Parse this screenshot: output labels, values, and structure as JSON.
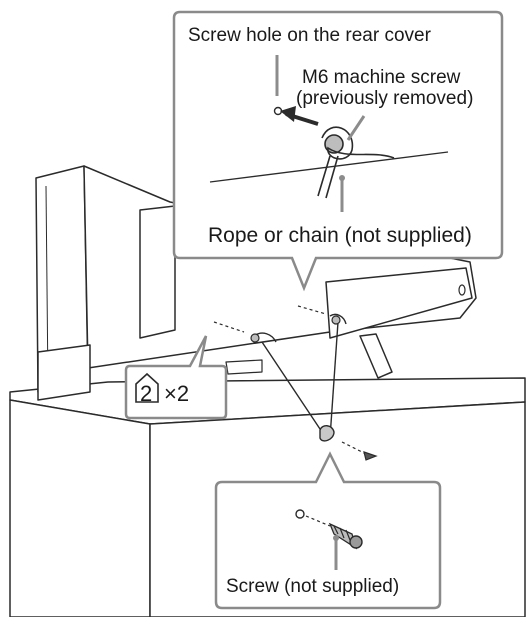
{
  "callout_top": {
    "screw_hole_label": "Screw hole on the rear cover",
    "machine_screw_line1": "M6 machine screw",
    "machine_screw_line2": "(previously removed)",
    "rope_label": "Rope or chain (not supplied)"
  },
  "callout_left": {
    "part_number": "2",
    "quantity": "×2"
  },
  "callout_bottom": {
    "screw_label": "Screw (not supplied)"
  },
  "colors": {
    "line": "#2b2b2b",
    "callout_border": "#8a8a8a",
    "part_fill": "#9a9a9a",
    "highlight_dot": "#8c8c8c"
  }
}
